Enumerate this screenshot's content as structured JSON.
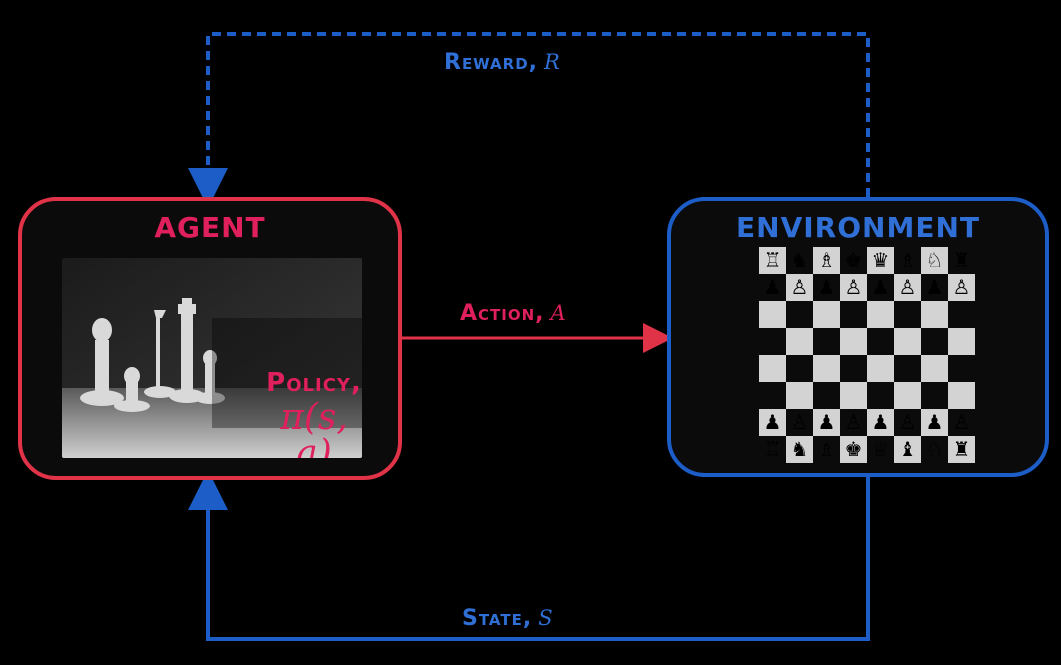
{
  "colors": {
    "agent": "#e03348",
    "agent_text": "#e0205c",
    "environment": "#1c5dc7",
    "environment_text": "#2f6fd6",
    "background": "#000000"
  },
  "agent": {
    "title": "Agent",
    "policy_word": "Policy,",
    "policy_math": "π(s, a)",
    "image_description_icon": "chess-pieces-photo"
  },
  "environment": {
    "title": "Environment",
    "board": {
      "rows": [
        [
          "♖",
          "♞",
          "♗",
          "♚",
          "♛",
          "♗",
          "♘",
          "♜"
        ],
        [
          "♟",
          "♙",
          "♟",
          "♙",
          "♟",
          "♙",
          "♟",
          "♙"
        ],
        [
          "",
          "",
          "",
          "",
          "",
          "",
          "",
          ""
        ],
        [
          "",
          "",
          "",
          "",
          "",
          "",
          "",
          ""
        ],
        [
          "",
          "",
          "",
          "",
          "",
          "",
          "",
          ""
        ],
        [
          "",
          "",
          "",
          "",
          "",
          "",
          "",
          ""
        ],
        [
          "♟",
          "♙",
          "♟",
          "♙",
          "♟",
          "♙",
          "♟",
          "♙"
        ],
        [
          "♖",
          "♞",
          "♗",
          "♚",
          "♕",
          "♝",
          "♘",
          "♜"
        ]
      ]
    }
  },
  "edges": {
    "reward": {
      "word": "Reward,",
      "symbol": "r"
    },
    "action": {
      "word": "Action,",
      "symbol": "a"
    },
    "state": {
      "word": "State,",
      "symbol": "s"
    }
  }
}
